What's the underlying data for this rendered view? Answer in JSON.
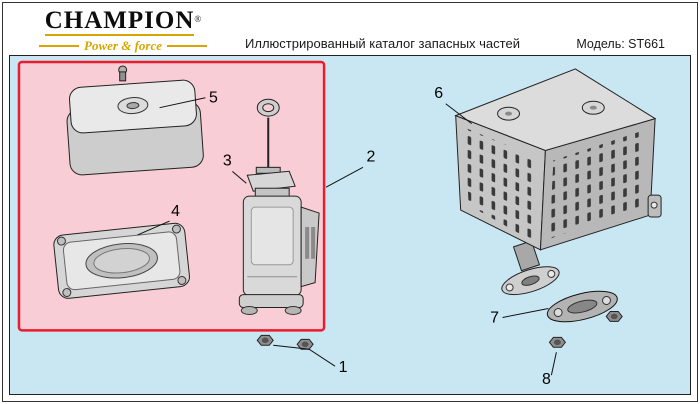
{
  "header": {
    "brand": "CHAMPION",
    "registered": "®",
    "tagline": "Power & force",
    "title": "Иллюстрированный каталог запасных частей",
    "model": "Модель: ST661"
  },
  "diagram": {
    "labels": [
      "1",
      "2",
      "3",
      "4",
      "5",
      "6",
      "7",
      "8"
    ]
  },
  "colors": {
    "canvas_bg": "#c9e7f2",
    "highlight_fill": "#f8cdd5",
    "highlight_border": "#ea1c2d",
    "brand_gold": "#d9a400",
    "ink": "#111111"
  }
}
